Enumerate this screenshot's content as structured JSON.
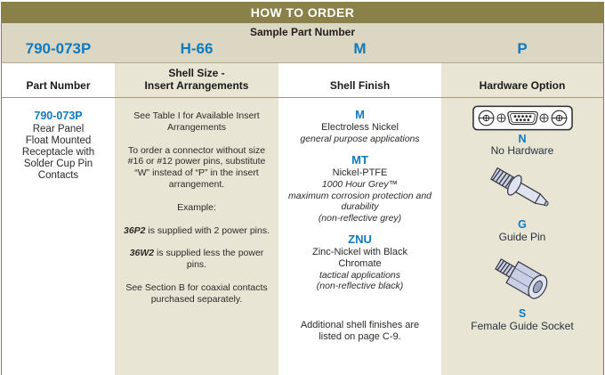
{
  "title": "HOW TO ORDER",
  "sample": {
    "label": "Sample Part Number",
    "values": [
      "790-073P",
      "H-66",
      "M",
      "P"
    ]
  },
  "columns": [
    {
      "header": "Part Number",
      "part_number": "790-073P",
      "description": "Rear Panel\nFloat Mounted\nReceptacle with\nSolder Cup Pin\nContacts"
    },
    {
      "header": "Shell Size -\nInsert Arrangements",
      "paragraphs": [
        "See Table I for Available Insert\nArrangements",
        "To order a connector without size\n#16 or #12 power pins, substitute\n“W” instead of “P” in the insert\narrangement.",
        "Example:"
      ],
      "examples": [
        {
          "code": "36P2",
          "text": " is supplied with 2 power pins."
        },
        {
          "code": "36W2",
          "text": " is supplied less the power\npins."
        }
      ],
      "note": "See Section B for coaxial contacts\npurchased separately."
    },
    {
      "header": "Shell Finish",
      "finishes": [
        {
          "code": "M",
          "name": "Electroless Nickel",
          "details": "general purpose applications"
        },
        {
          "code": "MT",
          "name": "Nickel-PTFE",
          "details": "1000 Hour Grey™\nmaximum corrosion protection and\ndurability\n(non-reflective grey)"
        },
        {
          "code": "ZNU",
          "name": "Zinc-Nickel with Black\nChromate",
          "details": "tactical applications\n(non-reflective black)"
        }
      ],
      "footnote": "Additional shell finishes are\nlisted on page C-9."
    },
    {
      "header": "Hardware Option",
      "options": [
        {
          "code": "N",
          "label": "No Hardware",
          "icon": "dsub-receptacle-face-icon"
        },
        {
          "code": "G",
          "label": "Guide Pin",
          "icon": "guide-pin-icon"
        },
        {
          "code": "S",
          "label": "Female Guide Socket",
          "icon": "female-guide-socket-icon"
        }
      ]
    }
  ],
  "colors": {
    "header_olive": "#8a8049",
    "sample_band_tan": "#dcd7c2",
    "column_beige": "#e9e5d5",
    "accent_blue": "#0e7ac0",
    "text_dark": "#2b2a28"
  }
}
